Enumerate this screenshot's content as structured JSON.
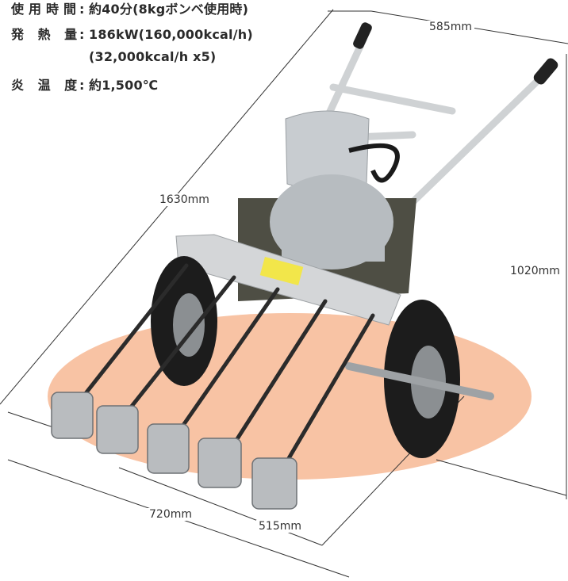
{
  "specs": [
    {
      "label": "使用時間",
      "sep": ":",
      "value": "約40分(8kgボンベ使用時)"
    },
    {
      "label": "発 熱 量",
      "sep": ":",
      "value": "186kW(160,000kcal/h)"
    },
    {
      "label": "",
      "sep": "",
      "value": "(32,000kcal/h x5)"
    },
    {
      "label": "炎 温 度",
      "sep": ":",
      "value": "約1,500℃"
    }
  ],
  "dimensions": {
    "width_top": "585mm",
    "diagonal_length": "1630mm",
    "height": "1020mm",
    "front_width": "720mm",
    "inner_width": "515mm"
  },
  "colors": {
    "flame_glow": "#f7b894",
    "frame": "#d8dadc",
    "tank": "#b7bcc0",
    "tray": "#4e4e44",
    "tire": "#1c1c1c",
    "label": "#f2e64a"
  }
}
